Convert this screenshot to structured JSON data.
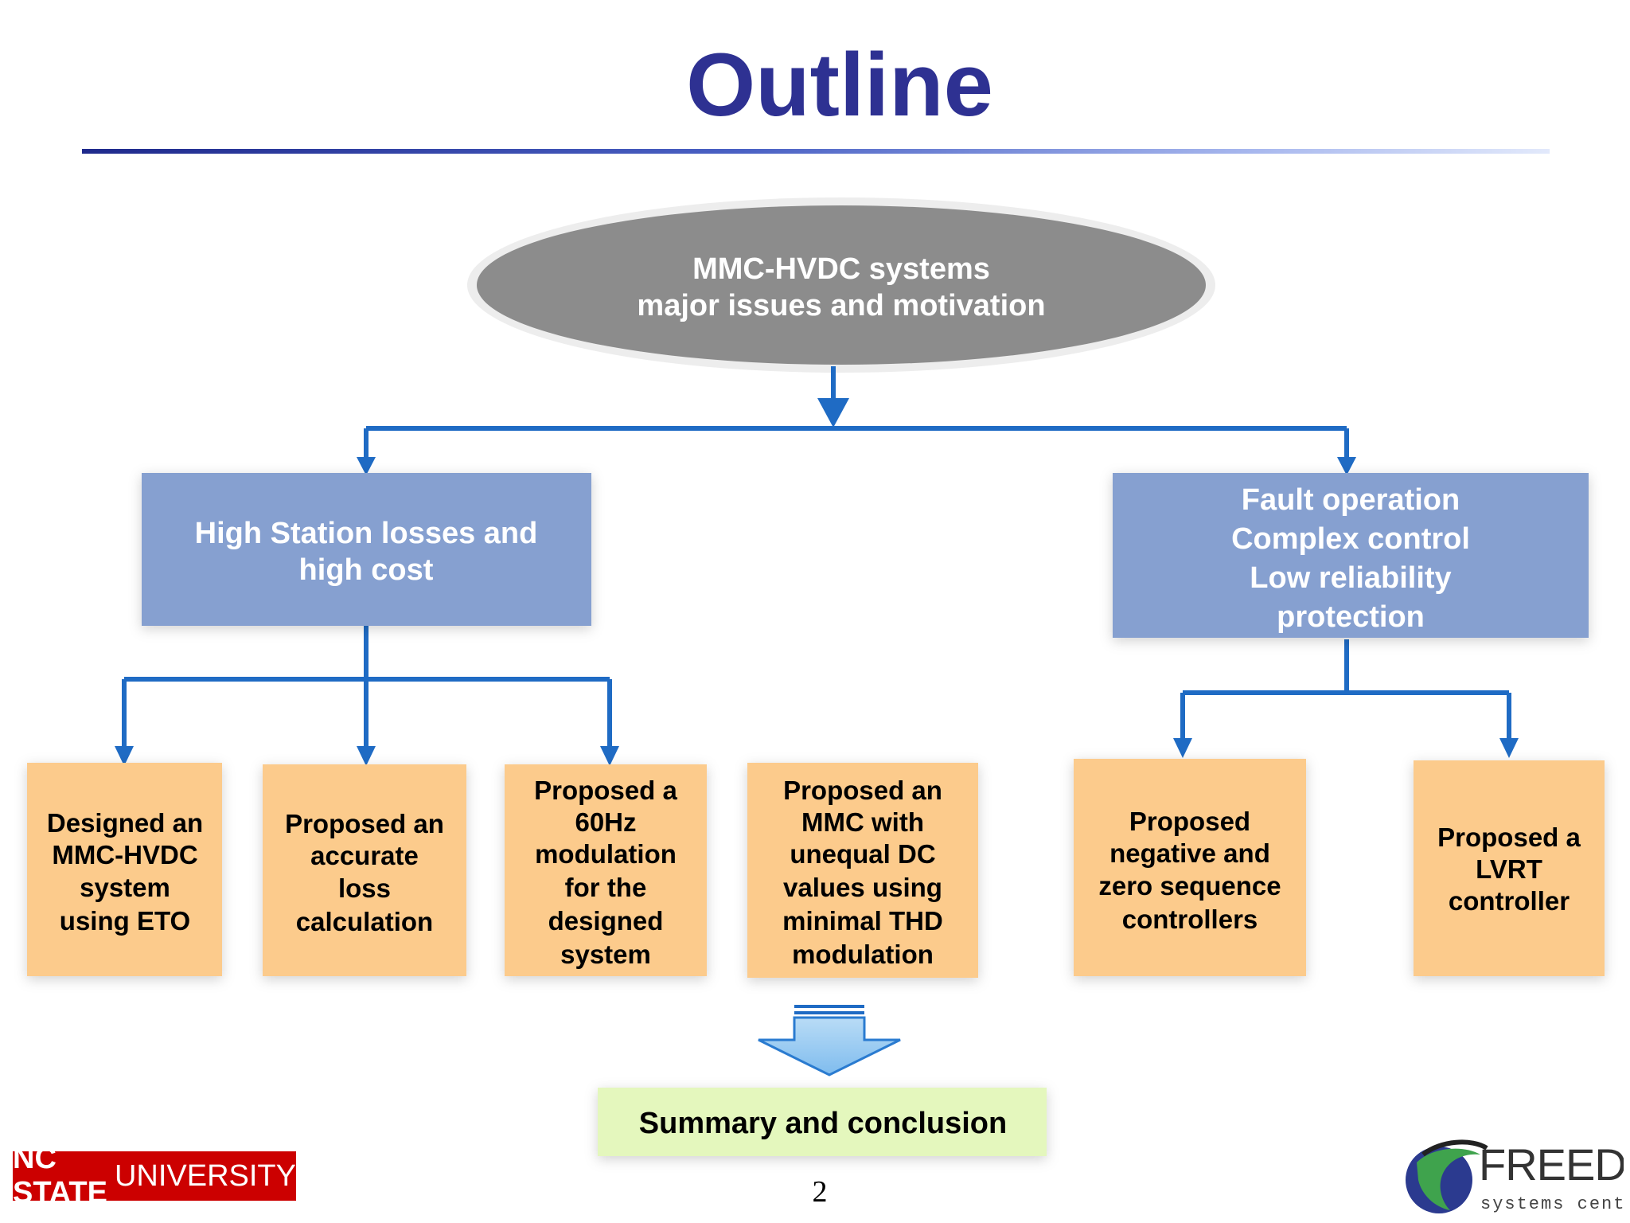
{
  "slide": {
    "title": "Outline",
    "page_number": "2"
  },
  "diagram": {
    "root": {
      "line1": "MMC-HVDC systems",
      "line2": "major issues and motivation"
    },
    "branch_left": {
      "lines": [
        "High Station losses and",
        "high cost"
      ]
    },
    "branch_right": {
      "lines": [
        "Fault operation",
        "Complex control",
        "Low reliability",
        "protection"
      ]
    },
    "leaves": [
      {
        "lines": [
          "Designed an",
          "MMC-HVDC",
          "system",
          "using ETO"
        ]
      },
      {
        "lines": [
          "Proposed an",
          "accurate",
          "loss",
          "calculation"
        ]
      },
      {
        "lines": [
          "Proposed a",
          "60Hz",
          "modulation",
          "for the",
          "designed",
          "system"
        ]
      },
      {
        "lines": [
          "Proposed an",
          "MMC with",
          "unequal DC",
          "values using",
          "minimal THD",
          "modulation"
        ]
      },
      {
        "lines": [
          "Proposed",
          "negative and",
          "zero sequence",
          "controllers"
        ]
      },
      {
        "lines": [
          "Proposed a",
          "LVRT",
          "controller"
        ]
      }
    ],
    "summary": "Summary and conclusion"
  },
  "footer": {
    "left_logo_bold": "NC STATE",
    "left_logo_rest": "UNIVERSITY",
    "right_logo_name": "FREEDM",
    "right_logo_sub": "systems center"
  },
  "colors": {
    "title": "#2e3192",
    "ellipse": "#8c8c8c",
    "branch_box": "#86a0d0",
    "leaf_box": "#fccb8c",
    "summary_box": "#e4f7bd",
    "connector": "#1f6bc4",
    "block_arrow": "#8ec6f0"
  }
}
